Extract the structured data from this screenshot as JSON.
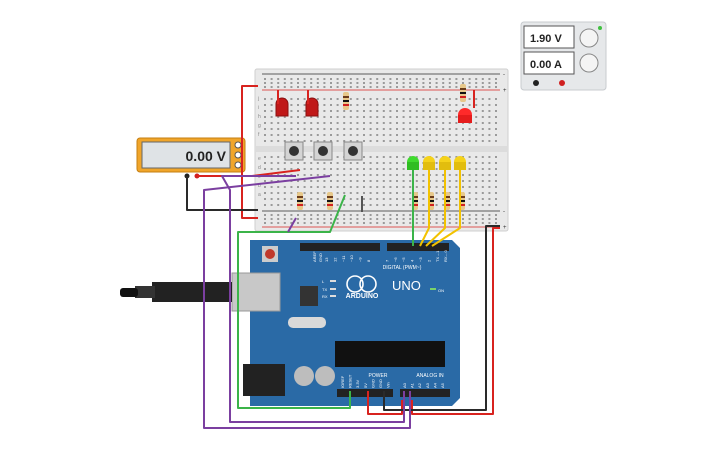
{
  "power_supply": {
    "voltage": "1.90 V",
    "current": "0.00 A"
  },
  "multimeter": {
    "reading": "0.00 V"
  },
  "arduino": {
    "logo_text": "ARDUINO",
    "model": "UNO",
    "digital_label": "DIGITAL (PWM~)",
    "power_label": "POWER",
    "analog_label": "ANALOG IN",
    "on_label": "ON",
    "tx_label": "TX",
    "rx_label": "RX",
    "l_label": "L",
    "aref": "AREF",
    "gnd": "GND",
    "top_pins": [
      "13",
      "12",
      "~11",
      "~10",
      "~9",
      "8",
      "7",
      "~6",
      "~5",
      "4",
      "~3",
      "2",
      "TX→1",
      "RX←0"
    ],
    "power_pins": [
      "IOREF",
      "RESET",
      "3.3V",
      "5V",
      "GND",
      "GND",
      "Vin"
    ],
    "analog_pins": [
      "A0",
      "A1",
      "A2",
      "A3",
      "A4",
      "A5"
    ]
  },
  "breadboard": {
    "row_letters_top": [
      "j",
      "i",
      "h",
      "g",
      "f"
    ],
    "row_letters_bottom": [
      "e",
      "d",
      "c",
      "b",
      "a"
    ],
    "rail_plus": "+",
    "rail_minus": "-"
  },
  "colors": {
    "wire_red": "#d8231f",
    "wire_black": "#2a2a2a",
    "wire_green": "#3bb449",
    "wire_purple": "#7b3fa0",
    "wire_yellow": "#f2c200",
    "board_blue": "#2a6aa6",
    "meter_orange": "#f0a52a",
    "led_red": "#e02020",
    "led_green": "#44d632",
    "led_yellow": "#f5d21a"
  }
}
